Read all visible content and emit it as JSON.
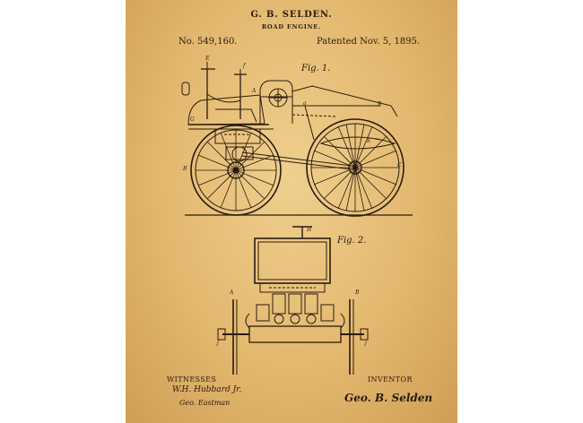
{
  "patent": {
    "inventor_name": "G. B. SELDEN.",
    "title": "ROAD ENGINE.",
    "number": "No. 549,160.",
    "patented": "Patented Nov. 5, 1895.",
    "fig1_label": "Fig. 1.",
    "fig2_label": "Fig. 2.",
    "witnesses_label": "WITNESSES",
    "inventor_label": "INVENTOR",
    "witness_signature_1": "W.H. Hubbard Jr.",
    "witness_signature_2": "Geo. Eastman",
    "inventor_signature": "Geo. B. Selden"
  },
  "colors": {
    "paper": "#e3b86f",
    "ink": "#2a1c0e",
    "background": "#ffffff"
  }
}
